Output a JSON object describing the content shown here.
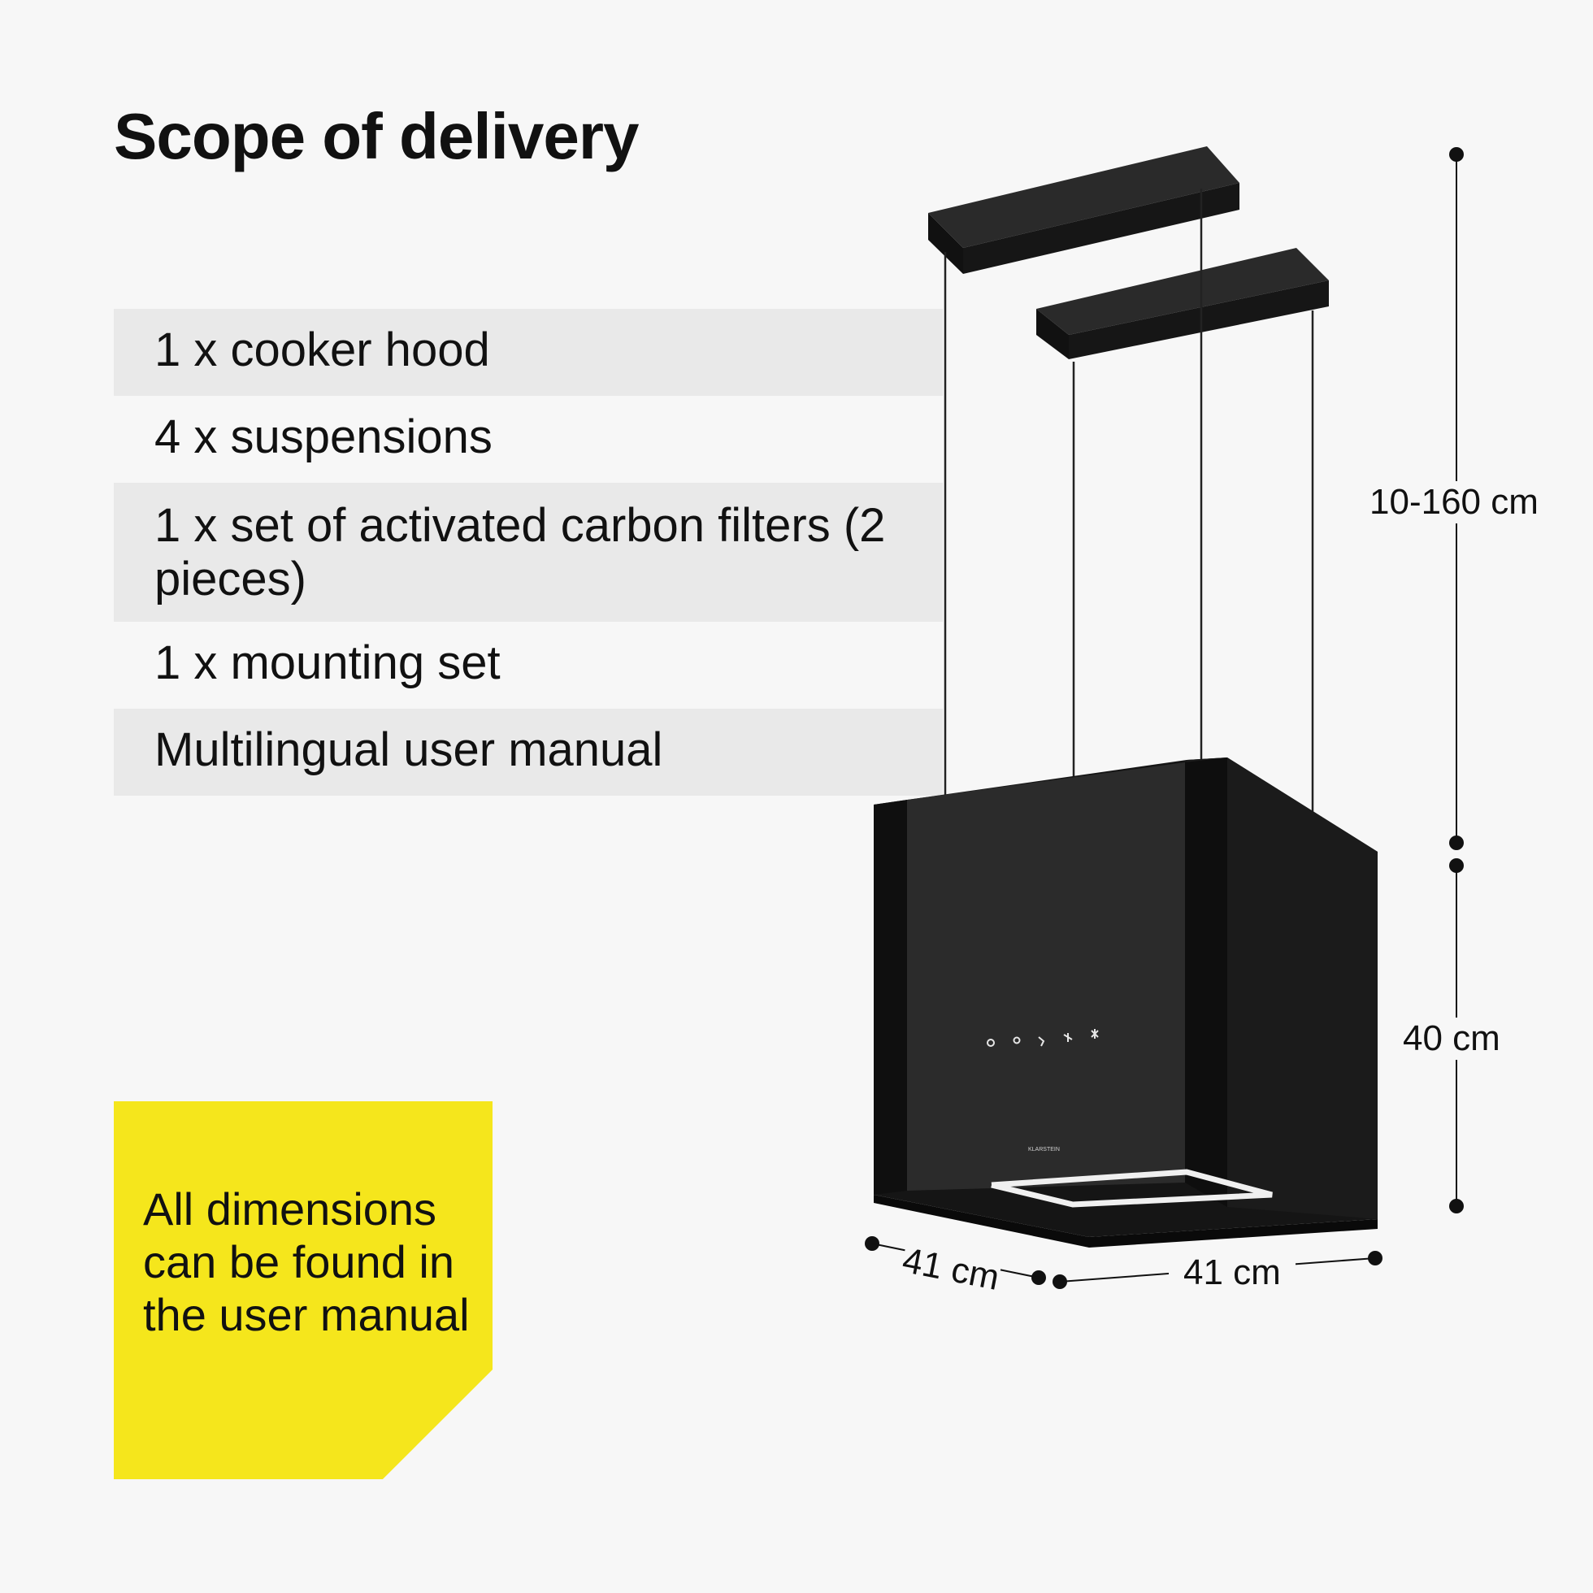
{
  "title": "Scope of delivery",
  "items": [
    {
      "text": "1 x cooker hood",
      "shaded": true
    },
    {
      "text": "4 x suspensions",
      "shaded": false
    },
    {
      "text": "1 x set of activated carbon filters (2 pieces)",
      "shaded": true
    },
    {
      "text": "1 x mounting set",
      "shaded": false
    },
    {
      "text": "Multilingual user manual",
      "shaded": true
    }
  ],
  "note": "All dimensions can be found in the user manual",
  "dimensions": {
    "suspension_length": "10-160 cm",
    "hood_height": "40 cm",
    "depth": "41 cm",
    "width": "41 cm"
  },
  "product": {
    "brand_label": "KLARSTEIN",
    "control_icons": [
      "power-icon",
      "light-icon",
      "fan-speed-1-icon",
      "fan-speed-2-icon",
      "fan-speed-3-icon"
    ]
  },
  "colors": {
    "background": "#f7f7f7",
    "row_shade": "#e9e9e9",
    "note_yellow": "#f5e61c",
    "hood_black": "#1c1c1c"
  }
}
